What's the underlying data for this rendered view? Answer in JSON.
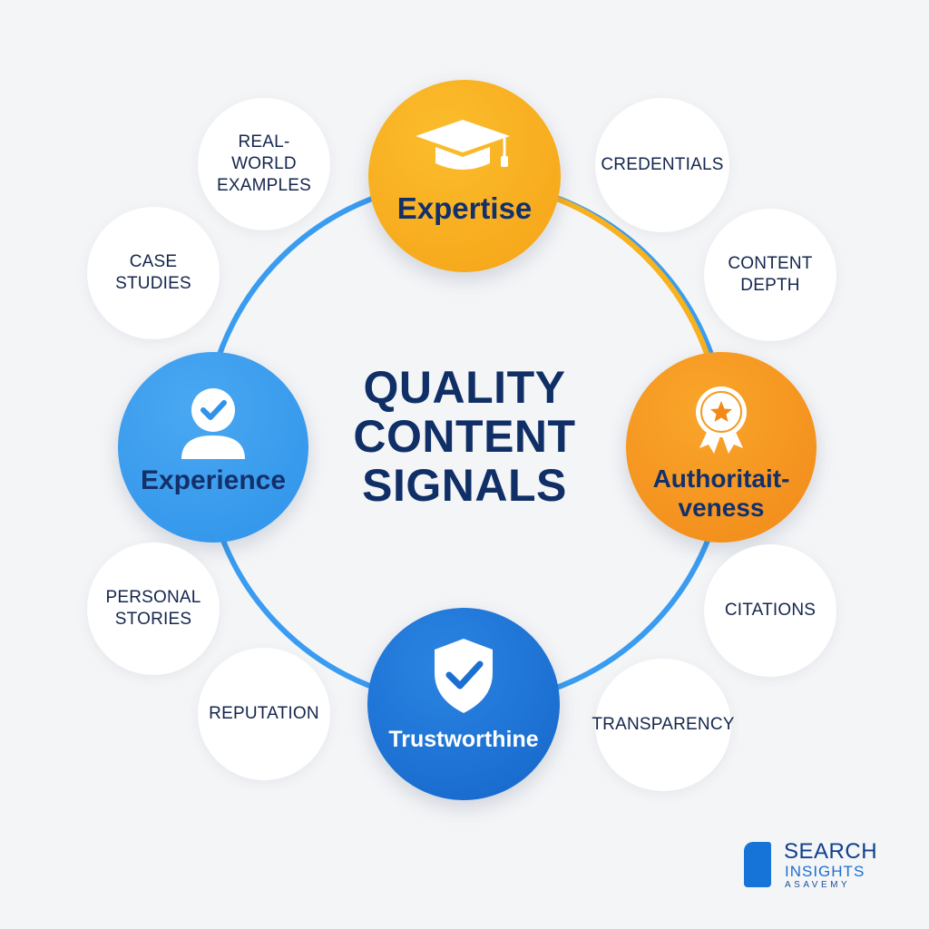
{
  "center_title": [
    "QUALITY",
    "CONTENT",
    "SIGNALS"
  ],
  "pillars": {
    "expertise": {
      "label": "Expertise",
      "icon": "graduation-cap-icon",
      "color": "#f7ab1e"
    },
    "authoritativeness": {
      "label": "Authoritait-\nveness",
      "icon": "award-badge-icon",
      "color": "#f5961f"
    },
    "trustworthiness": {
      "label": "Trustworthine",
      "icon": "shield-check-icon",
      "color": "#1a73d4"
    },
    "experience": {
      "label": "Experience",
      "icon": "user-check-icon",
      "color": "#3d9ff0"
    }
  },
  "signals": {
    "real_world_examples": "REAL-\nWORLD\nEXAMPLES",
    "case_studies": "CASE\nSTUDIES",
    "credentials": "CREDENTIALS",
    "content_depth": "CONTENT\nDEPTH",
    "citations": "CITATIONS",
    "transparency": "TRANSPARENCY",
    "personal_stories": "PERSONAL\nSTORIES",
    "reputation": "REPUTATION"
  },
  "brand": {
    "line1": "SEARCH",
    "line2": "INSIGHTS",
    "line3": "ASAVEMY",
    "color": "#1673d8"
  }
}
